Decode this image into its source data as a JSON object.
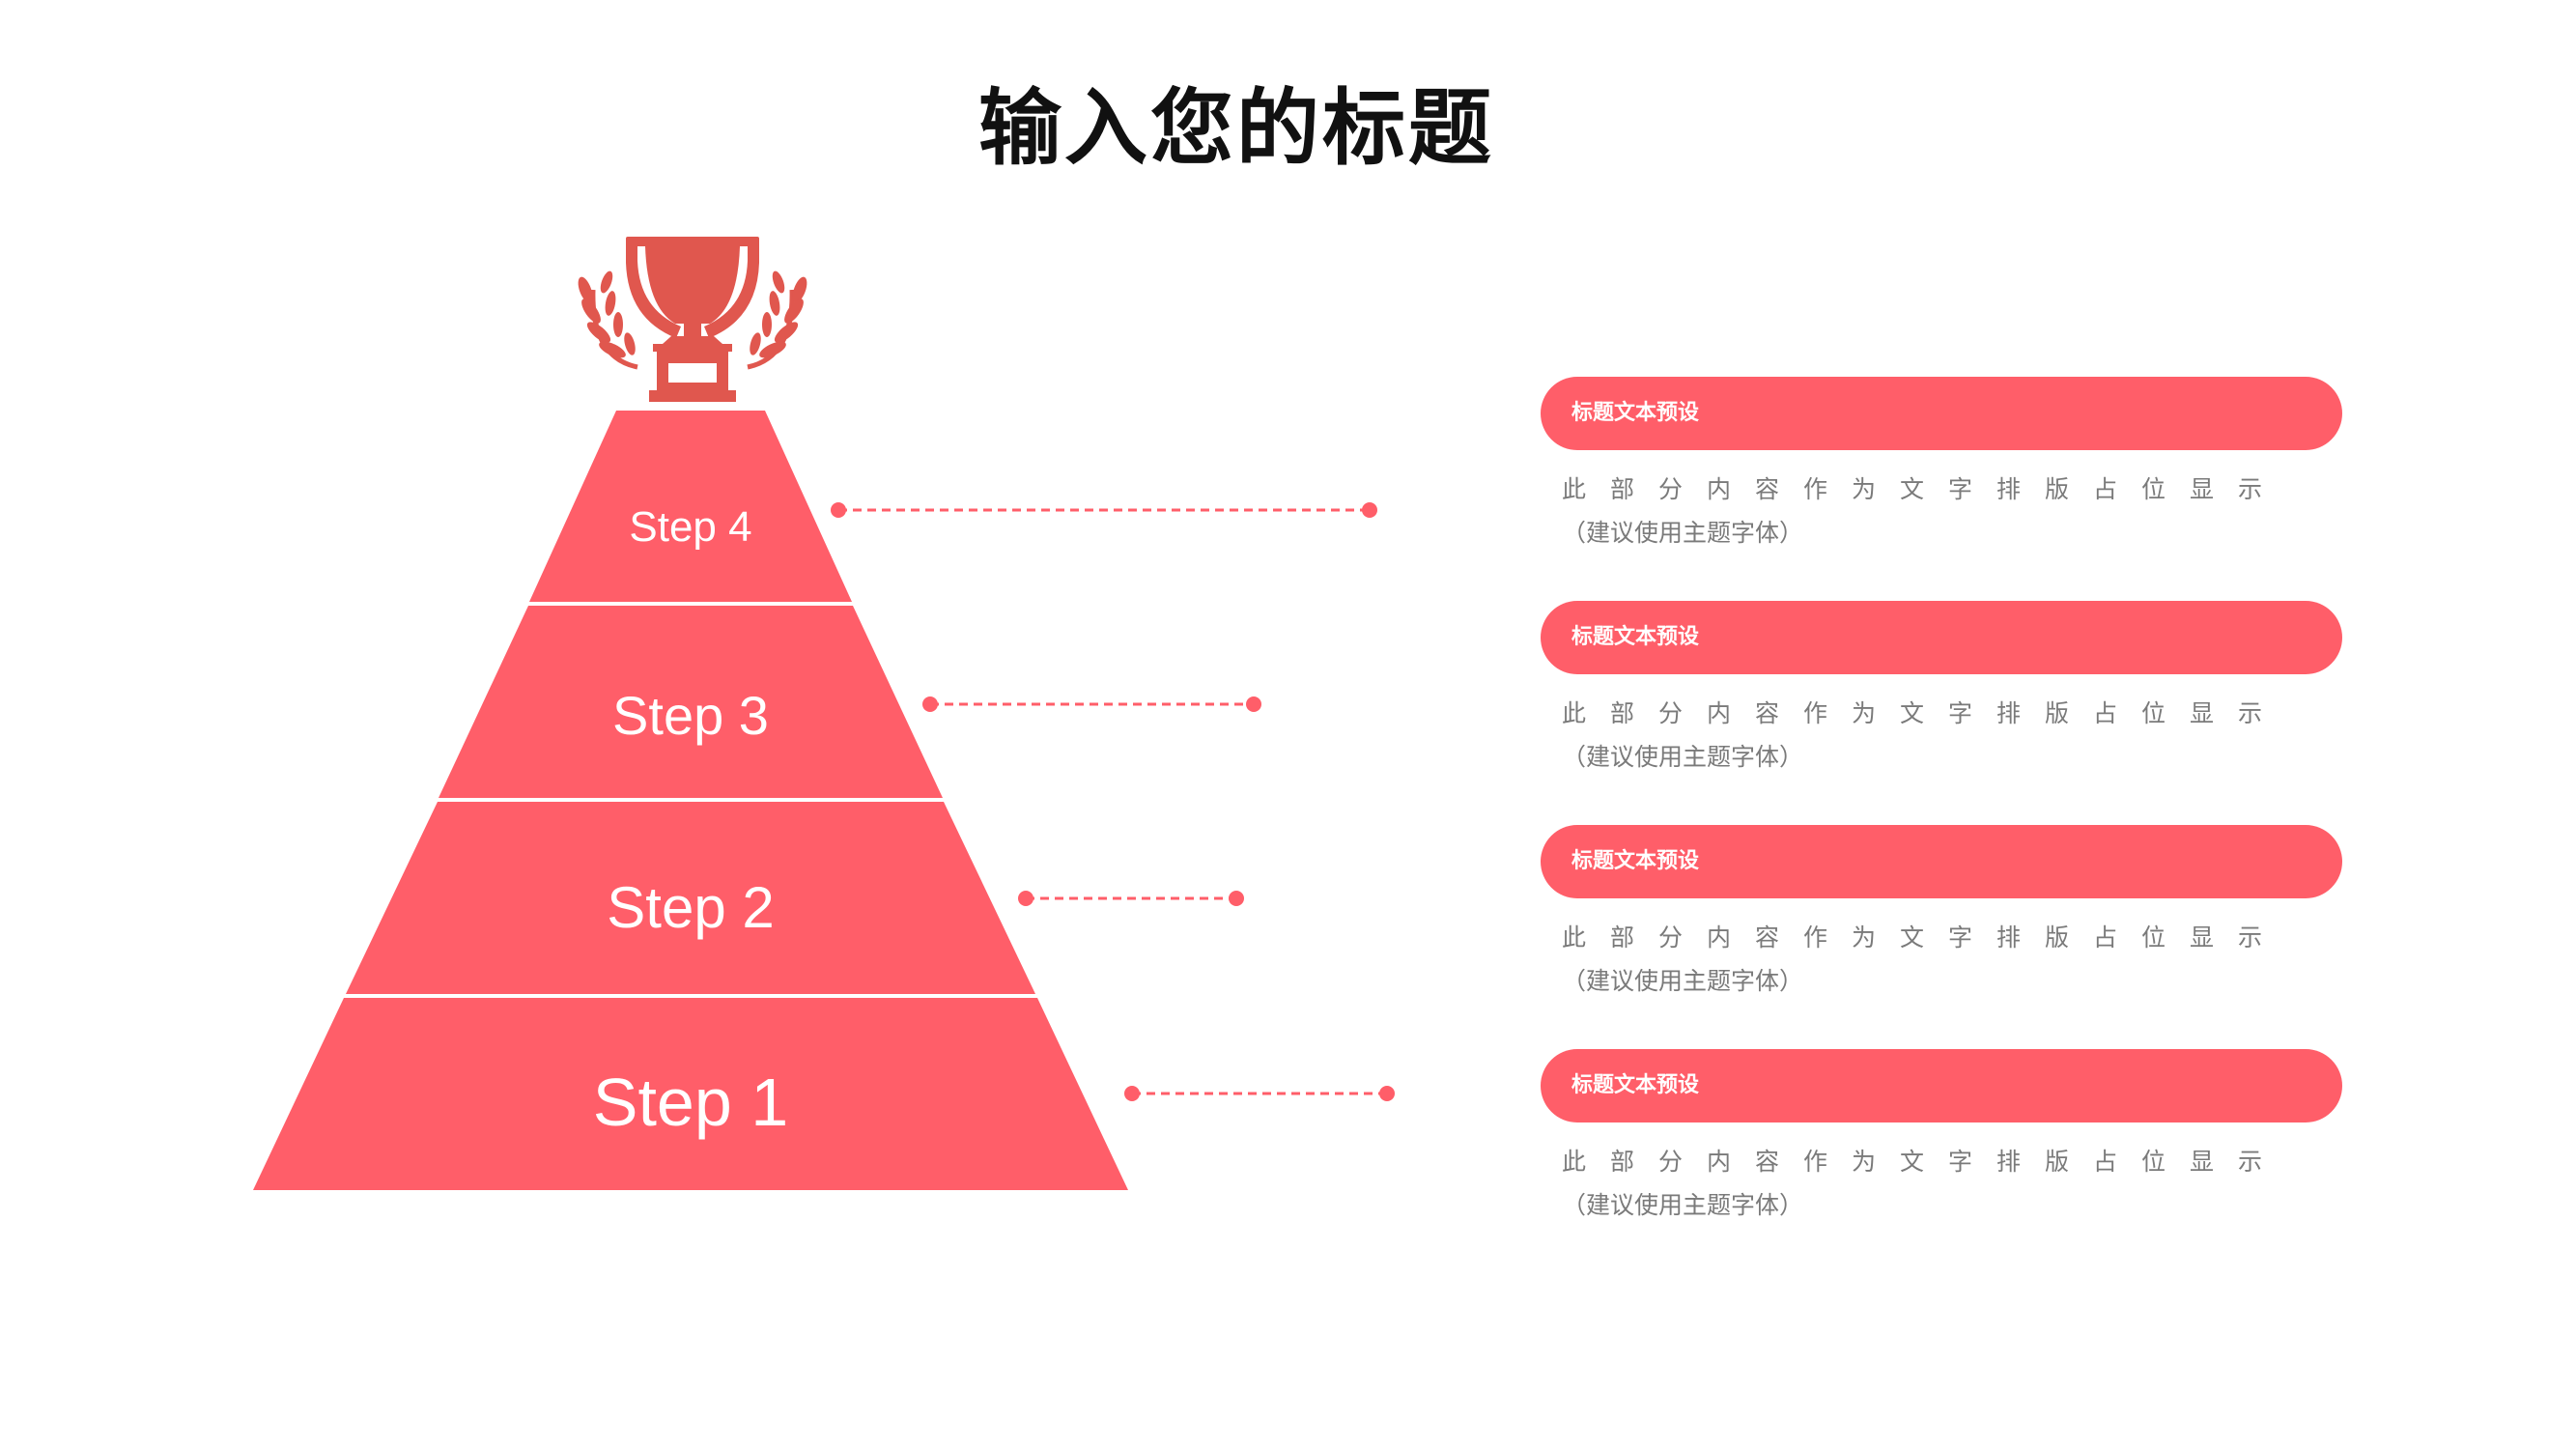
{
  "title": "输入您的标题",
  "colors": {
    "accent": "#ff5e69",
    "trophy": "#e0574e",
    "text_muted": "#7a7a7a"
  },
  "icons": {
    "top": "trophy-with-laurel-icon"
  },
  "pyramid": {
    "steps": [
      {
        "label": "Step 4"
      },
      {
        "label": "Step 3"
      },
      {
        "label": "Step 2"
      },
      {
        "label": "Step 1"
      }
    ]
  },
  "cards": [
    {
      "heading": "标题文本预设",
      "line1": "此部分内容作为文字排版占位显示",
      "line2": "（建议使用主题字体）"
    },
    {
      "heading": "标题文本预设",
      "line1": "此部分内容作为文字排版占位显示",
      "line2": "（建议使用主题字体）"
    },
    {
      "heading": "标题文本预设",
      "line1": "此部分内容作为文字排版占位显示",
      "line2": "（建议使用主题字体）"
    },
    {
      "heading": "标题文本预设",
      "line1": "此部分内容作为文字排版占位显示",
      "line2": "（建议使用主题字体）"
    }
  ]
}
